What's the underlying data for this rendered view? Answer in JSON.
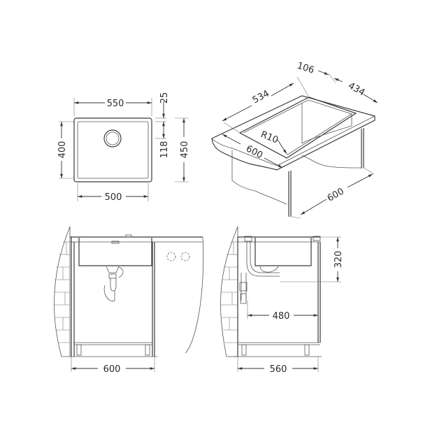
{
  "diagram": {
    "subject": "undermount sink technical drawing",
    "colors": {
      "line": "#3a3a3a",
      "background": "#ffffff"
    },
    "top_view": {
      "width_outer": "550",
      "width_inner": "500",
      "height_inner": "400",
      "height_outer": "450",
      "top_margin": "25",
      "drain_offset": "118"
    },
    "iso_view": {
      "cutout_length": "534",
      "side_offset": "106",
      "cutout_depth": "434",
      "corner_radius": "R10",
      "front_width": "600",
      "cabinet_width": "600"
    },
    "front_view": {
      "cabinet_width": "600"
    },
    "side_view": {
      "bowl_depth": "320",
      "drain_distance": "480",
      "cabinet_depth": "560"
    }
  }
}
